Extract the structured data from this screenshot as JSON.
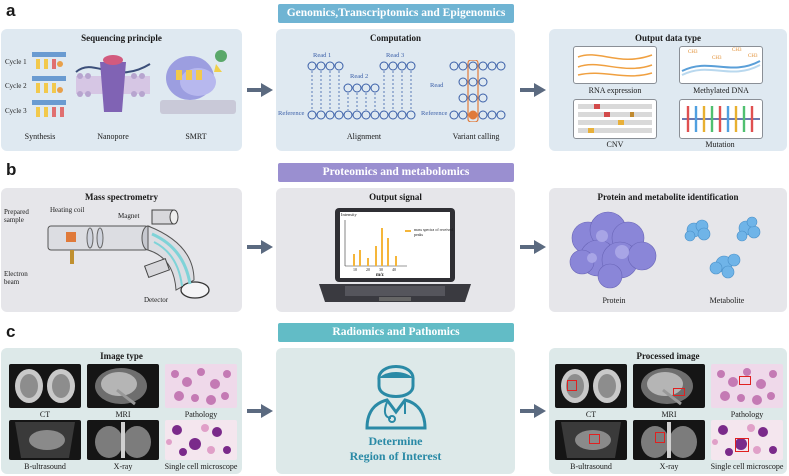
{
  "section_a": {
    "letter": "a",
    "banner": "Genomics,Transcriptomics and Epigenomics",
    "panel1": {
      "title": "Sequencing principle",
      "cycles": [
        "Cycle 1",
        "Cycle 2",
        "Cycle 3"
      ],
      "captions": [
        "Synthesis",
        "Nanopore",
        "SMRT"
      ]
    },
    "panel2": {
      "title": "Computation",
      "reads": [
        "Read 1",
        "Read 2",
        "Read 3"
      ],
      "reference_label": "Reference",
      "read_label": "Read",
      "captions": [
        "Alignment",
        "Variant calling"
      ]
    },
    "panel3": {
      "title": "Output data type",
      "captions": [
        "RNA expression",
        "Methylated DNA",
        "CNV",
        "Mutation"
      ],
      "methyl_marks": [
        "CH3",
        "CH3",
        "CH3",
        "CH3"
      ]
    }
  },
  "section_b": {
    "letter": "b",
    "banner": "Proteomics and metabolomics",
    "panel1": {
      "title": "Mass spectrometry",
      "labels": [
        "Prepared sample",
        "Heating coil",
        "Magnet",
        "Electron beam",
        "Detector"
      ]
    },
    "panel2": {
      "title": "Output signal",
      "y_label": "Intensity",
      "x_label": "m/z",
      "legend": "mass spectra of received peaks",
      "ticks": [
        "10",
        "20",
        "30",
        "40"
      ]
    },
    "panel3": {
      "title": "Protein and metabolite identification",
      "captions": [
        "Protein",
        "Metabolite"
      ]
    }
  },
  "section_c": {
    "letter": "c",
    "banner": "Radiomics and Pathomics",
    "panel1": {
      "title": "Image type",
      "captions": [
        "CT",
        "MRI",
        "Pathology",
        "B-ultrasound",
        "X-ray",
        "Single cell microscope"
      ]
    },
    "panel2": {
      "line1": "Determine",
      "line2": "Region of Interest"
    },
    "panel3": {
      "title": "Processed image",
      "captions": [
        "CT",
        "MRI",
        "Pathology",
        "B-ultrasound",
        "X-ray",
        "Single cell microscope"
      ]
    }
  },
  "colors": {
    "banner_a": "#6fb4d3",
    "banner_b": "#9a8fd0",
    "banner_c": "#62bcc6",
    "arrow": "#5b6a80",
    "doctor": "#2a8aa6"
  }
}
